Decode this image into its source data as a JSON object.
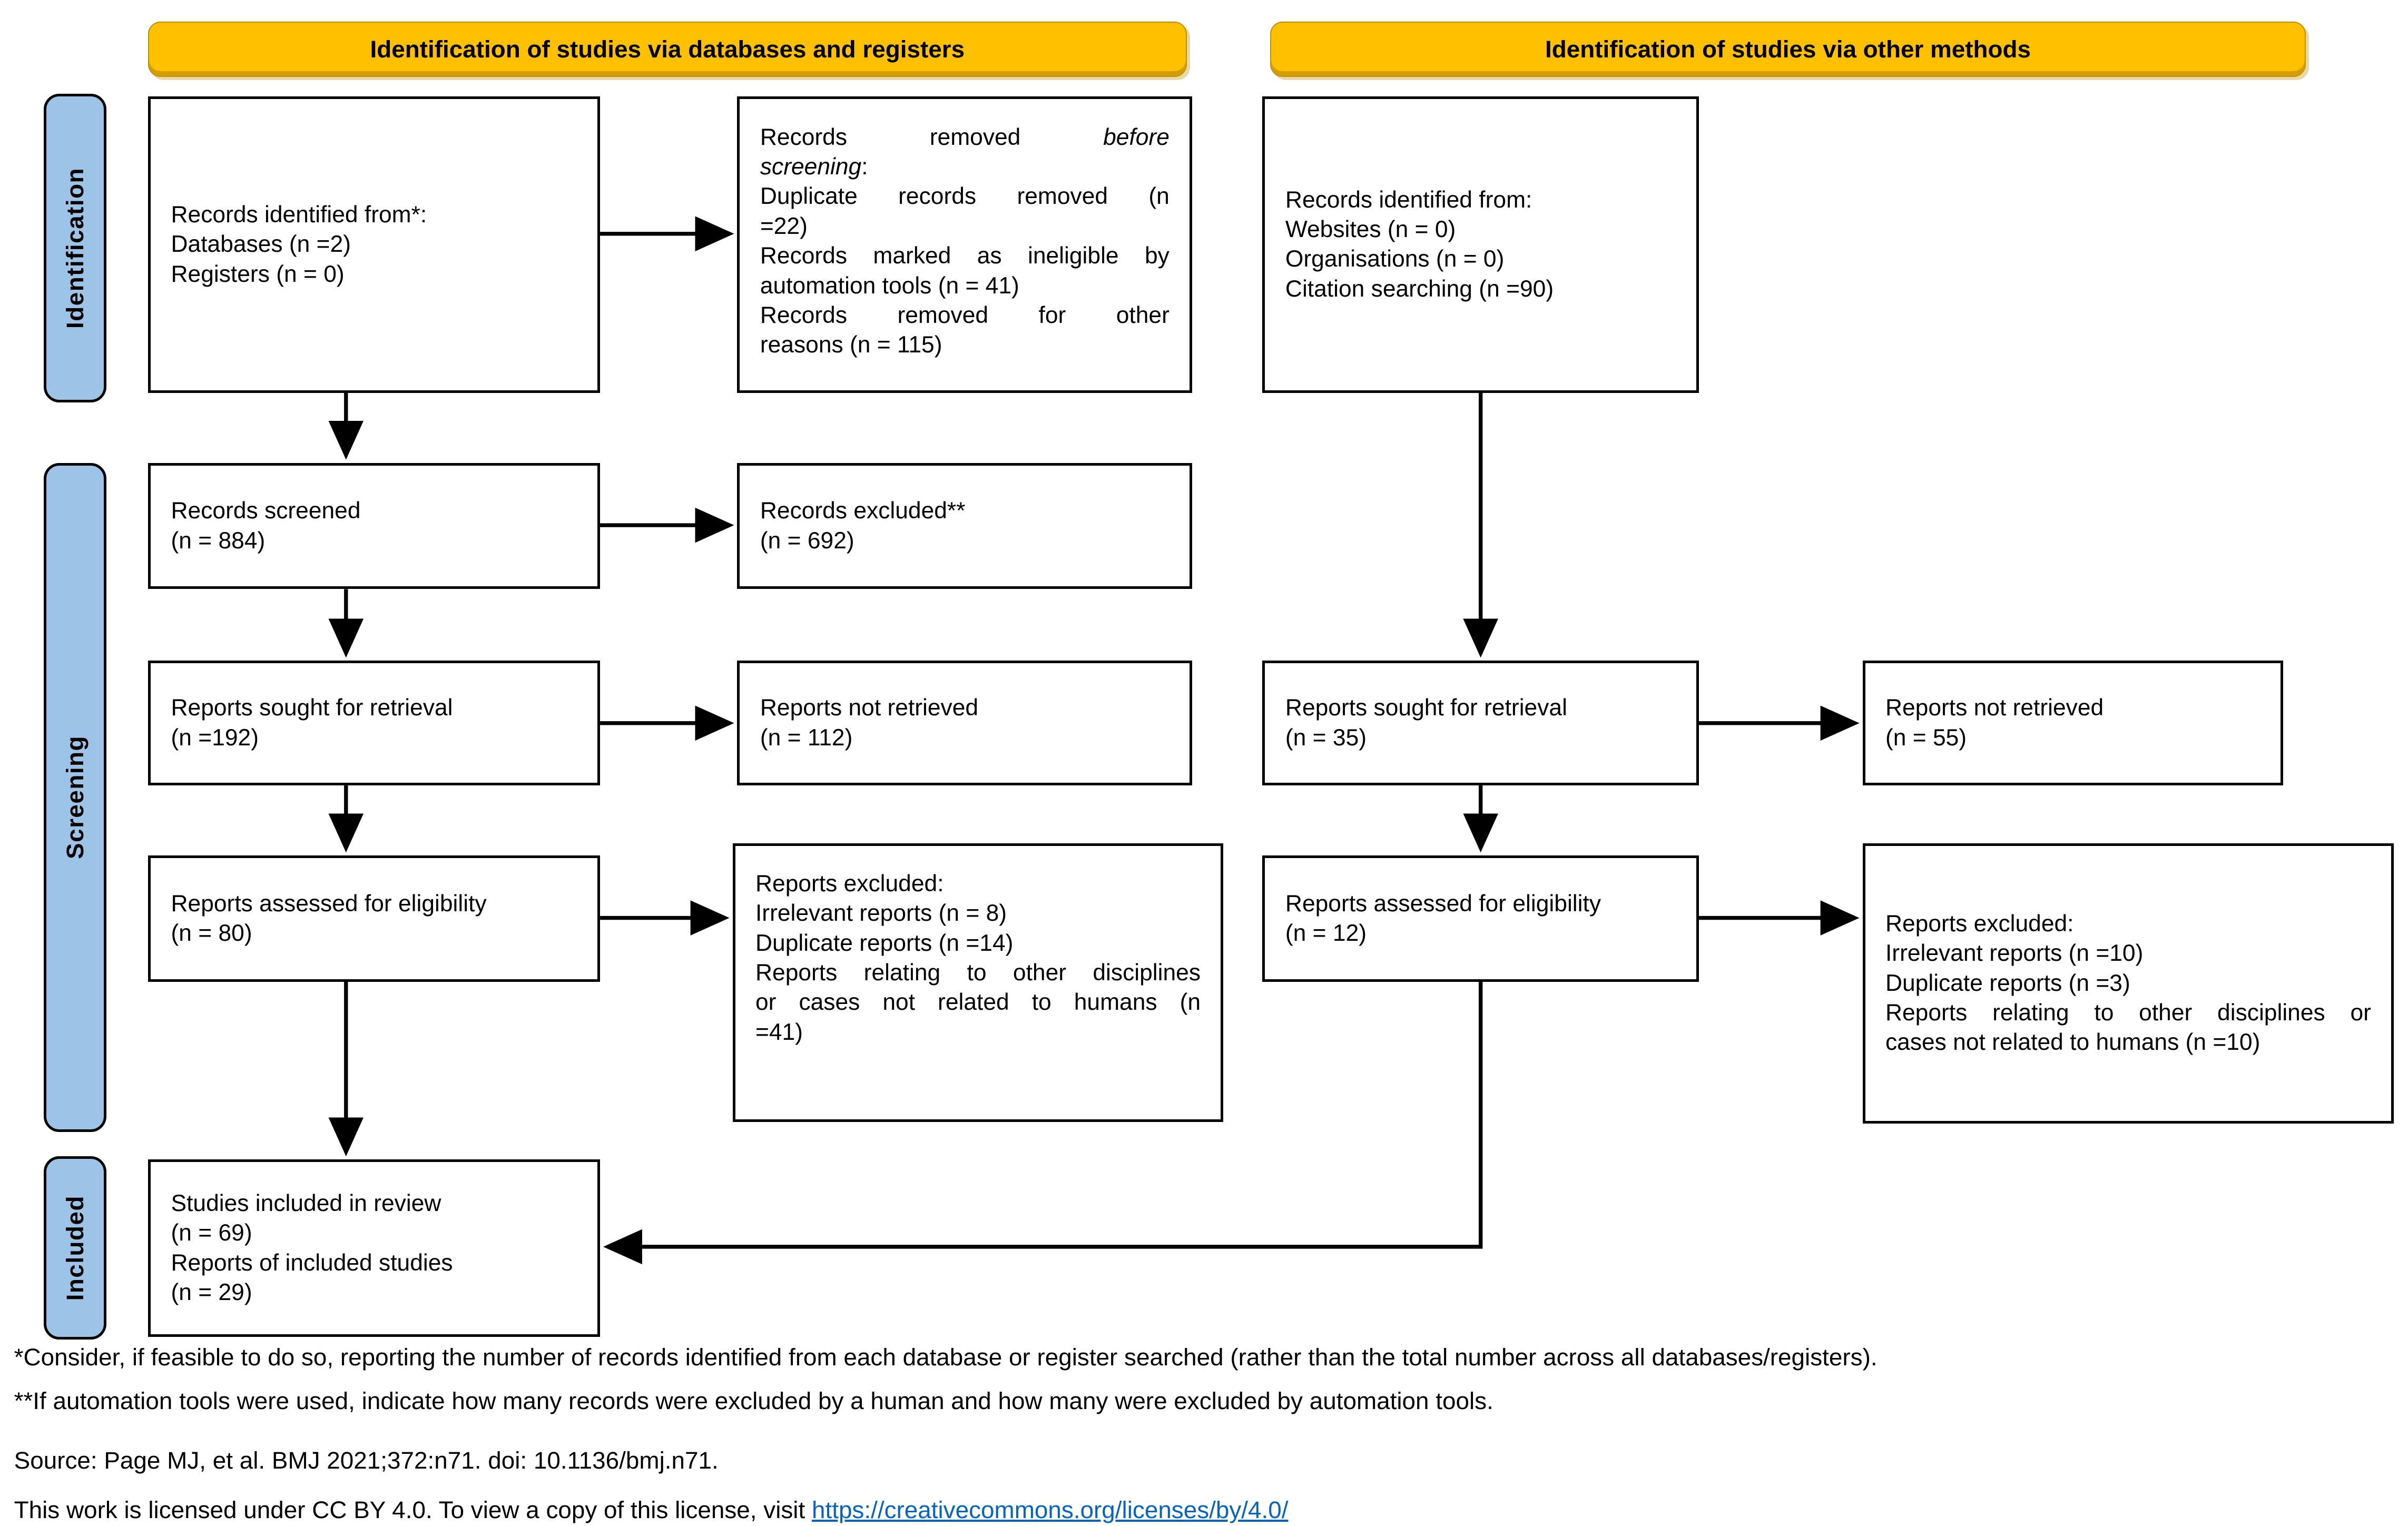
{
  "banners": {
    "left": "Identification of studies via databases and registers",
    "right": "Identification of studies via other methods"
  },
  "sidebar": {
    "identification": "Identification",
    "screening": "Screening",
    "included": "Included"
  },
  "boxes": {
    "db_identified": {
      "lines": [
        "Records identified from*:",
        "Databases (n =2)",
        "Registers (n = 0)"
      ]
    },
    "removed": {
      "l1_pre": "Records removed",
      "l1_italic": "before",
      "l2_italic": "screening",
      "l2_post": ":",
      "lines": [
        "Duplicate records removed (n",
        "=22)",
        "Records marked as ineligible by",
        "automation tools (n = 41)",
        "Records removed for other",
        "reasons (n = 115)"
      ]
    },
    "other_identified": {
      "lines": [
        "Records identified from:",
        "Websites (n = 0)",
        "Organisations (n = 0)",
        "Citation searching (n =90)"
      ]
    },
    "screened": {
      "lines": [
        "Records screened",
        "(n = 884)"
      ]
    },
    "excluded": {
      "lines": [
        "Records excluded**",
        "(n = 692)"
      ]
    },
    "sought_db": {
      "lines": [
        "Reports sought for retrieval",
        "(n =192)"
      ]
    },
    "not_retrieved_db": {
      "lines": [
        "Reports not retrieved",
        "(n = 112)"
      ]
    },
    "sought_other": {
      "lines": [
        "Reports sought for retrieval",
        "(n = 35)"
      ]
    },
    "not_retrieved_other": {
      "lines": [
        "Reports not retrieved",
        "(n = 55)"
      ]
    },
    "assessed_db": {
      "lines": [
        "Reports assessed for eligibility",
        "(n = 80)"
      ]
    },
    "reports_excluded_db": {
      "lines": [
        "Reports excluded:",
        "Irrelevant reports (n = 8)",
        "Duplicate reports (n =14)",
        "Reports relating to other disciplines",
        "or cases not related to humans (n",
        "=41)"
      ]
    },
    "assessed_other": {
      "lines": [
        "Reports assessed for eligibility",
        "(n = 12)"
      ]
    },
    "reports_excluded_other": {
      "lines": [
        "Reports excluded:",
        "Irrelevant reports (n =10)",
        "Duplicate reports (n =3)",
        "Reports relating to other disciplines or",
        "cases not related to humans (n =10)"
      ]
    },
    "included_studies": {
      "lines": [
        "Studies included in review",
        "(n = 69)",
        "Reports of included studies",
        "(n = 29)"
      ]
    }
  },
  "footnotes": {
    "f1": "*Consider, if feasible to do so, reporting the number of records identified from each database or register searched (rather than the total number across all databases/registers).",
    "f2": "**If automation tools were used, indicate how many records were excluded by a human and how many were excluded by automation tools.",
    "source": "Source: Page MJ, et al. BMJ 2021;372:n71. doi: 10.1136/bmj.n71.",
    "license_text": "This work is licensed under CC BY 4.0. To view a copy of this license, visit ",
    "license_link": "https://creativecommons.org/licenses/by/4.0/"
  },
  "colors": {
    "banner": "#FFC000",
    "sidebar": "#9DC3E6",
    "link": "#0563C1"
  }
}
